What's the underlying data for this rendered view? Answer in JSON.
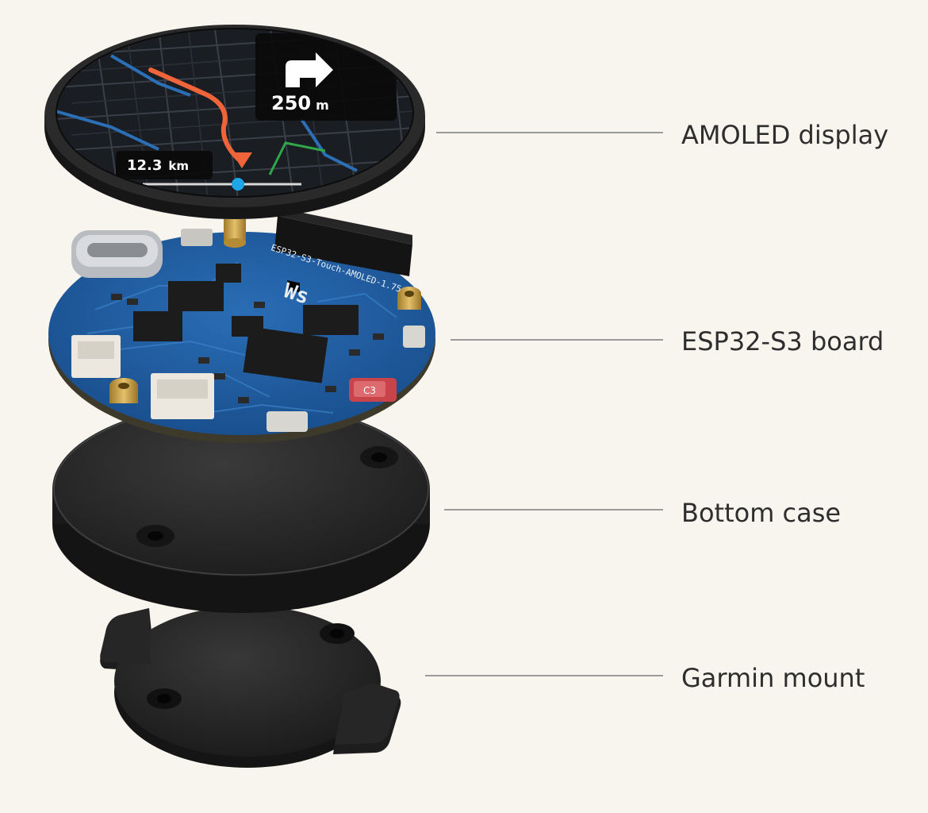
{
  "display": {
    "turn_distance_value": "250",
    "turn_distance_unit": "m",
    "trip_value": "12.3",
    "trip_unit": "km",
    "route_color": "#f0643a",
    "progress_dot_color": "#1ea6e8",
    "progress_fraction": 0.6
  },
  "board": {
    "pcb_color": "#1f5da3",
    "logo_text": "Ws",
    "silk_text": "ESP32-S3-Touch-AMOLED-1.75",
    "battery_label": "C3"
  },
  "labels": {
    "display": "AMOLED display",
    "board": "ESP32-S3 board",
    "bottom_case": "Bottom case",
    "mount": "Garmin mount"
  },
  "colors": {
    "background": "#f8f5ef",
    "leader_line": "#9a9a9a",
    "label_text": "#2e2e2e",
    "case": "#2a2a2a"
  }
}
